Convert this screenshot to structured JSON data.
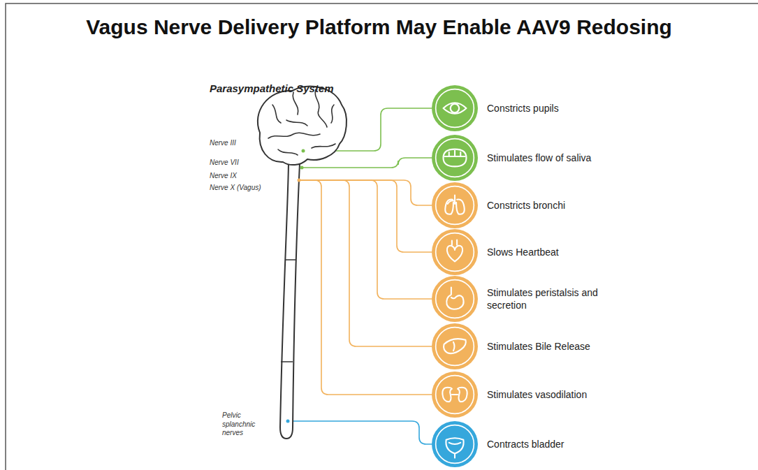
{
  "diagram": {
    "title": "Vagus Nerve Delivery Platform May Enable AAV9 Redosing",
    "nodes": [
      {
        "text": [
          "Constricts pupils"
        ]
      },
      {
        "text": [
          "Stimulates flow of saliva"
        ]
      },
      {
        "text": [
          "Constricts bronchi"
        ]
      },
      {
        "text": [
          "Slows Heartbeat"
        ]
      },
      {
        "text": [
          "Stimulates peristalsis and secretion"
        ]
      },
      {
        "text": [
          "Stimulates Bile Release"
        ]
      },
      {
        "text": [
          "Stimulates vasodilation"
        ]
      },
      {
        "text": [
          "Contracts bladder"
        ]
      }
    ],
    "labels": [
      "Parasympathetic System",
      "Nerve III",
      "Nerve VII",
      "Nerve IX",
      "Nerve X (Vagus)",
      "Pelvic splanchnic nerves"
    ]
  }
}
